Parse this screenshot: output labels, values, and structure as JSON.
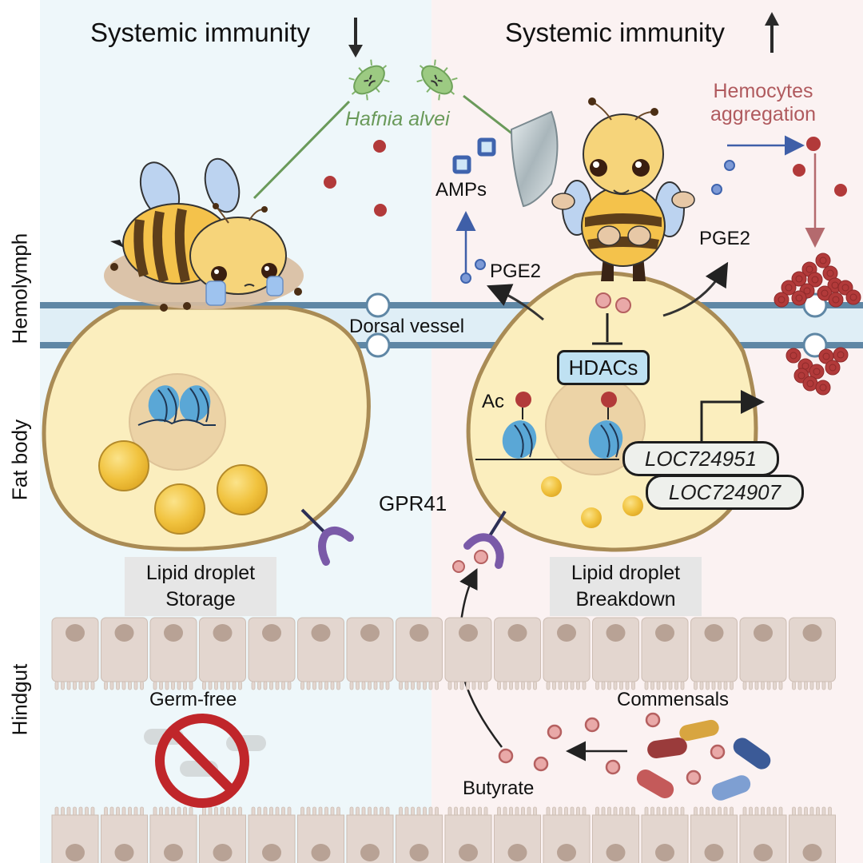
{
  "figure": {
    "left_panel": {
      "title": "Systemic immunity",
      "trend": "down",
      "background": "#eef7fa",
      "lipid_label_line1": "Lipid droplet",
      "lipid_label_line2": "Storage",
      "gut_condition": "Germ-free"
    },
    "right_panel": {
      "title": "Systemic immunity",
      "trend": "up",
      "background": "#fbf2f2",
      "lipid_label_line1": "Lipid droplet",
      "lipid_label_line2": "Breakdown",
      "gut_condition": "Commensals",
      "metabolite": "Butyrate",
      "enzyme": "HDACs",
      "acetyl_label": "Ac",
      "genes": [
        "LOC724951",
        "LOC724907"
      ],
      "amps_label": "AMPs",
      "pge2_left": "PGE2",
      "pge2_right": "PGE2",
      "hemocytes_line1": "Hemocytes",
      "hemocytes_line2": "aggregation"
    },
    "pathogen": "Hafnia alvei",
    "receptor": "GPR41",
    "vessel": "Dorsal vessel",
    "layers": [
      "Hemolymph",
      "Fat body",
      "Hindgut"
    ],
    "colors": {
      "hemocyte": "#b23a3a",
      "butyrate": "#e9a9a8",
      "receptor": "#7a5aa8",
      "nucleosome": "#5aa7d6",
      "lipid": "#f0c23e",
      "fat_cell": "#fbeebe",
      "vessel": "#5f87a5",
      "pathogen_text": "#6a9a5a",
      "hemocyte_text": "#b05a5e",
      "prohibition": "#c0262a"
    },
    "icons": [
      "sad-bee-icon",
      "happy-bee-with-shield-icon",
      "bacteria-icon",
      "prohibition-icon",
      "commensal-bacteria-icon"
    ]
  }
}
